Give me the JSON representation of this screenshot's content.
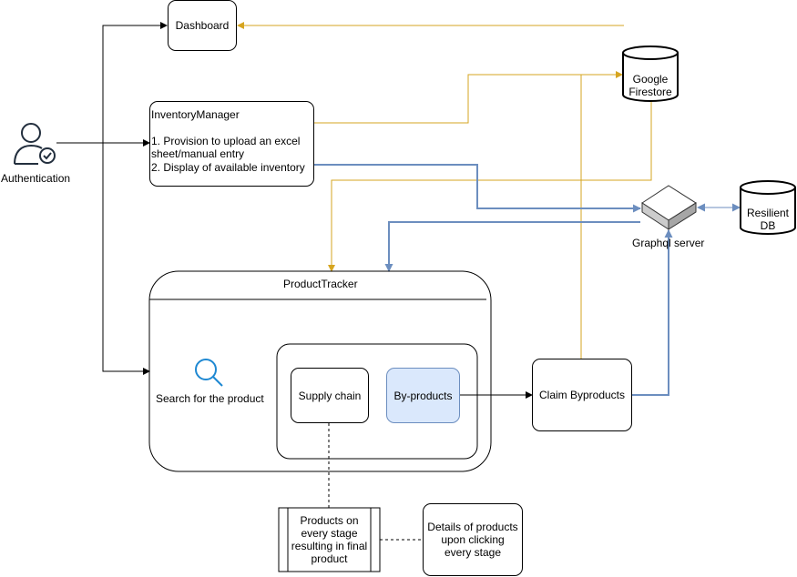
{
  "nodes": {
    "authentication": "Authentication",
    "dashboard": "Dashboard",
    "inventory_manager": {
      "title": "InventoryManager",
      "line1": "1. Provision to upload an excel sheet/manual entry",
      "line2": "2. Display of available inventory"
    },
    "google_firestore": {
      "line1": "Google",
      "line2": "Firestore"
    },
    "graphql_server": "Graphql server",
    "resilient_db": {
      "line1": "Resilient",
      "line2": "DB"
    },
    "product_tracker": "ProductTracker",
    "search": "Search for the product",
    "supply_chain": "Supply chain",
    "by_products": "By-products",
    "claim_byproducts": "Claim Byproducts",
    "products_on_stage": "Products on every stage resulting in final product",
    "details_of_products": "Details of products upon clicking every stage"
  },
  "colors": {
    "firestore_link": "#d6a520",
    "graphql_link": "#6c8ebf",
    "byproducts_fill": "#dae8fc",
    "byproducts_border": "#6c8ebf",
    "search_icon": "#1e88d2",
    "user_icon": "#232f3e"
  },
  "icons": [
    "user-check-icon",
    "search-icon",
    "server-icon",
    "database-icon"
  ]
}
